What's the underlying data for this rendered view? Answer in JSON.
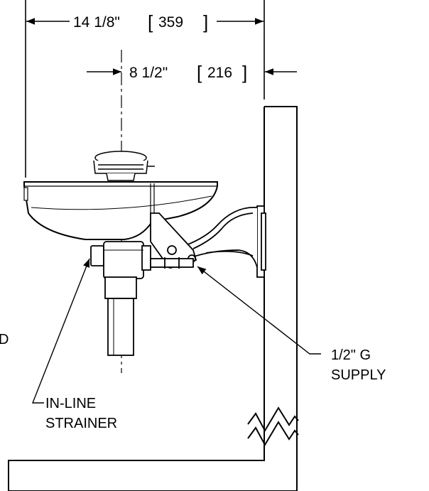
{
  "dimensions": {
    "overall": {
      "imperial": "14 1/8\"",
      "metric": "359"
    },
    "offset": {
      "imperial": "8 1/2\"",
      "metric": "216"
    }
  },
  "callouts": {
    "strainer": {
      "line1": "IN-LINE",
      "line2": "STRAINER"
    },
    "supply": {
      "line1": "1/2\" G",
      "line2": "SUPPLY"
    },
    "cut_off": "D"
  },
  "colors": {
    "ink": "#000000",
    "paper": "#ffffff"
  }
}
